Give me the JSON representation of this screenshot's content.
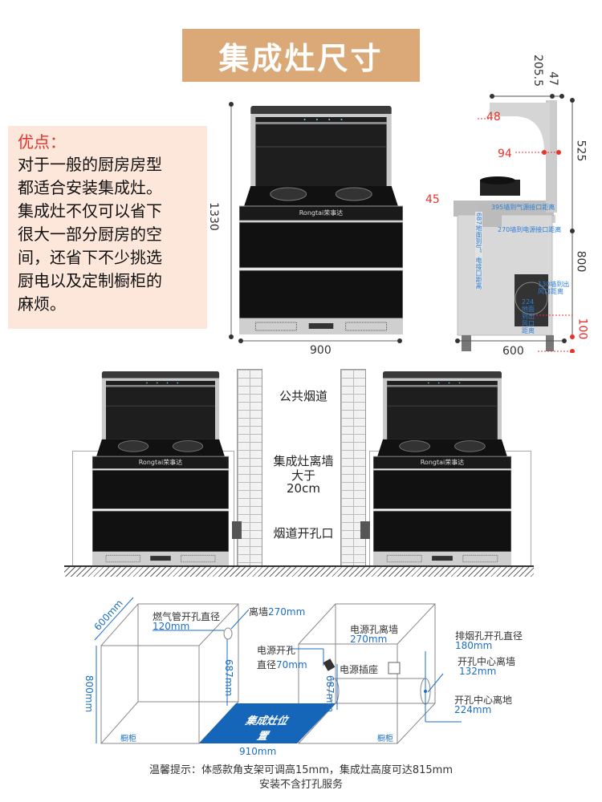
{
  "title": "集成灶尺寸",
  "advantages": {
    "heading": "优点：",
    "lines": [
      "对于一般的厨房房型",
      "都适合安装集成灶。",
      "集成灶不仅可以省下",
      "很大一部分厨房的空",
      "间，还省下不少挑选",
      "厨电以及定制橱柜的",
      "麻烦。"
    ]
  },
  "front_view": {
    "brand": "Rongtai荣事达",
    "height": "1330",
    "width": "900"
  },
  "side_view": {
    "top_dims": [
      "205.5",
      "47"
    ],
    "red_dims": [
      "48",
      "94",
      "45",
      "100"
    ],
    "right_dims": [
      "525",
      "800"
    ],
    "bottom_dim": "600",
    "labels": [
      "395墙到气源接口距离",
      "270墙到电源接口距离",
      "687地面到气、电接口距离",
      "130墙到出风口距离",
      "224地面到出风口距离"
    ]
  },
  "install": {
    "flue": "公共烟道",
    "gap_line1": "集成灶离墙",
    "gap_line2": "大于",
    "gap_line3": "20cm",
    "flue_hole": "烟道开孔口"
  },
  "cabinet": {
    "depth": "600mm",
    "height": "800mm",
    "gas_label": "燃气管开孔直径",
    "gas_value": "120mm",
    "wall_gap_label": "离墙",
    "wall_gap_value": "270mm",
    "gas_height": "687mm",
    "stove_position": "集成灶位置",
    "cabinet_left": "橱柜",
    "cabinet_right": "橱柜",
    "width": "910mm",
    "power_hole_label1": "电源开孔",
    "power_hole_label2": "直径",
    "power_hole_value": "70mm",
    "power_wall_label": "电源孔离墙",
    "power_wall_value": "270mm",
    "socket_label": "电源插座",
    "power_height": "687mm",
    "exhaust_label": "排烟孔开孔直径",
    "exhaust_value": "180mm",
    "center_wall_label": "开孔中心离墙",
    "center_wall_value": "132mm",
    "center_floor_label": "开孔中心离地",
    "center_floor_value": "224mm"
  },
  "notes": [
    "温馨提示：体感款角支架可调高15mm，集成灶高度可达815mm",
    "安装不含打孔服务"
  ],
  "colors": {
    "banner": "#dba977",
    "advantage_bg": "#fde6da",
    "accent_red": "#e8332b",
    "accent_blue": "#1b6fc4"
  }
}
